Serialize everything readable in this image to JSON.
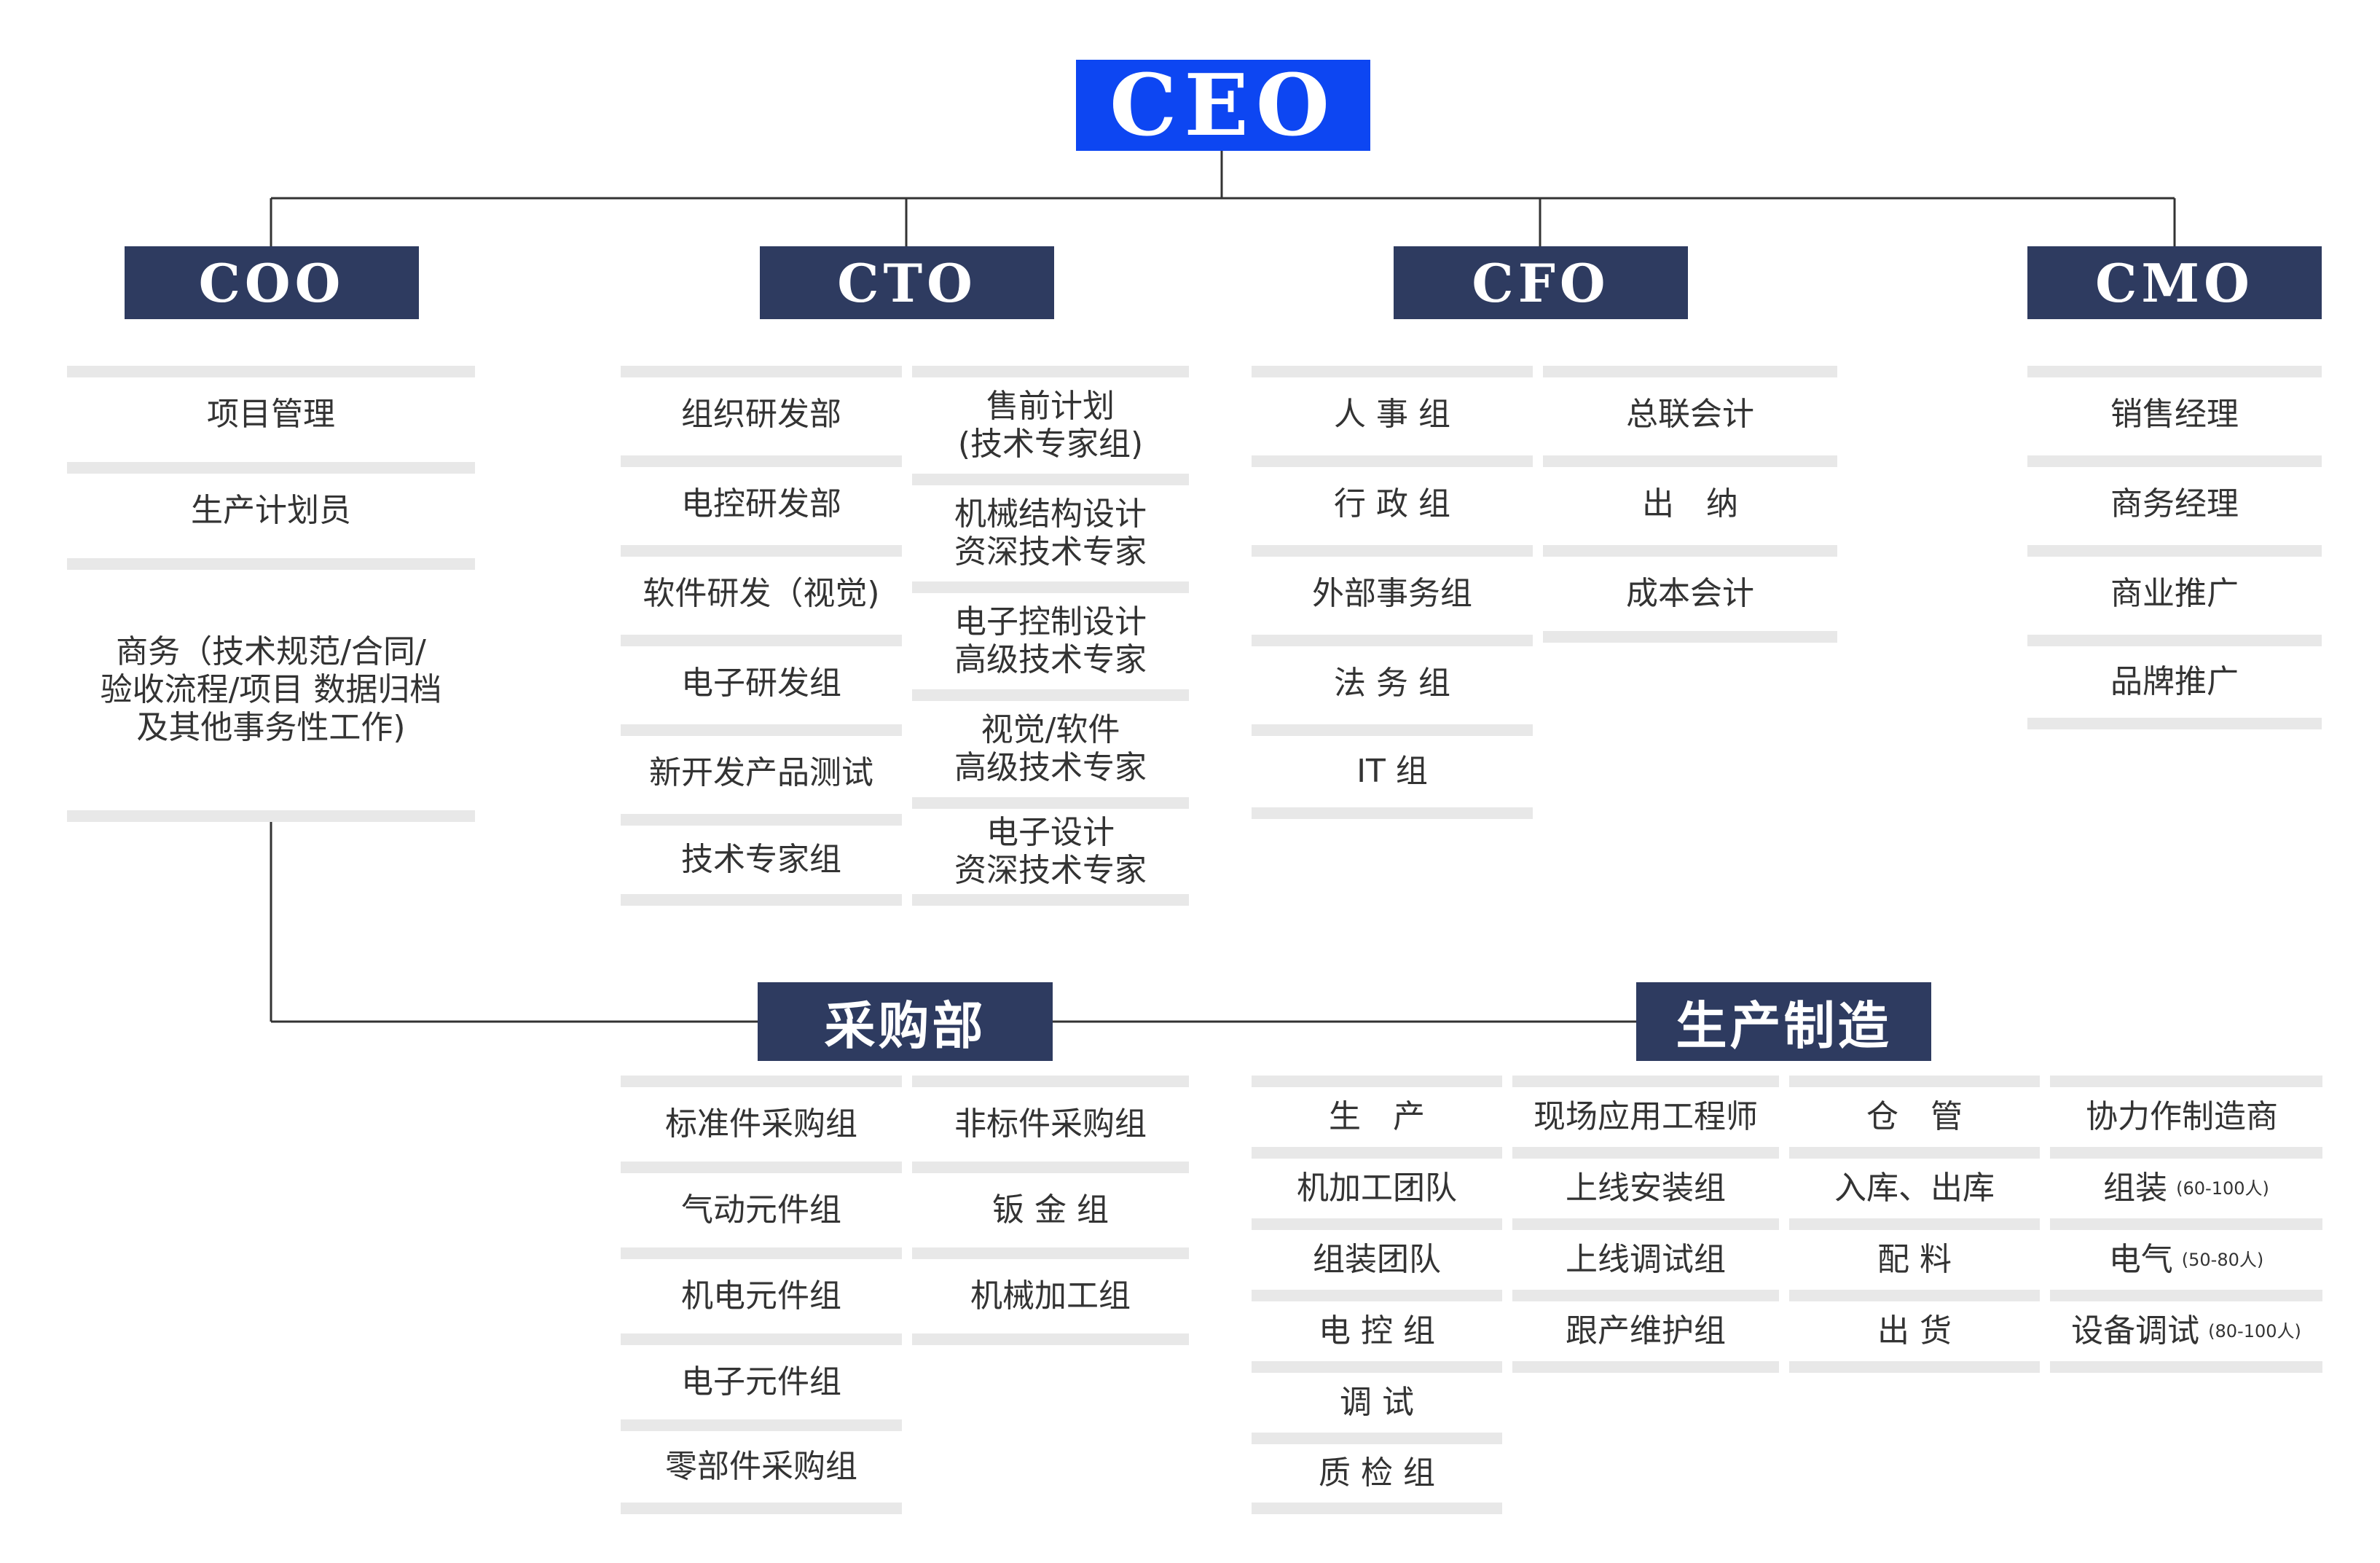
{
  "ceo": "CEO",
  "executives": {
    "coo": "COO",
    "cto": "CTO",
    "cfo": "CFO",
    "cmo": "CMO"
  },
  "coo_items": [
    "项目管理",
    "生产计划员",
    "商务（技术规范/合同/\n验收流程/项目 数据归档\n及其他事务性工作)"
  ],
  "cto_left": [
    "组织研发部",
    "电控研发部",
    "软件研发（视觉)",
    "电子研发组",
    "新开发产品测试",
    "技术专家组"
  ],
  "cto_right": [
    "售前计划\n(技术专家组)",
    "机械结构设计\n资深技术专家",
    "电子控制设计\n高级技术专家",
    "视觉/软件\n高级技术专家",
    "电子设计\n资深技术专家"
  ],
  "cfo_left": [
    "人 事 组",
    "行 政 组",
    "外部事务组",
    "法 务 组",
    "IT 组"
  ],
  "cfo_right": [
    "总联会计",
    "出　纳",
    "成本会计"
  ],
  "cmo_items": [
    "销售经理",
    "商务经理",
    "商业推广",
    "品牌推广"
  ],
  "purchasing": {
    "title": "采购部",
    "left": [
      "标准件采购组",
      "气动元件组",
      "机电元件组",
      "电子元件组",
      "零部件采购组"
    ],
    "right": [
      "非标件采购组",
      "钣 金 组",
      "机械加工组"
    ]
  },
  "production": {
    "title": "生产制造",
    "col1": [
      "生　产",
      "机加工团队",
      "组装团队",
      "电 控 组",
      "调 试",
      "质 检 组"
    ],
    "col2": [
      "现场应用工程师",
      "上线安装组",
      "上线调试组",
      "跟产维护组"
    ],
    "col3": [
      "仓　管",
      "入库、出库",
      "配 料",
      "出 货"
    ],
    "col4": [
      {
        "label": "协力作制造商",
        "note": ""
      },
      {
        "label": "组装",
        "note": "(60-100人)"
      },
      {
        "label": "电气",
        "note": "(50-80人)"
      },
      {
        "label": "设备调试",
        "note": "(80-100人)"
      }
    ]
  },
  "colors": {
    "header_navy": "#2e3b60",
    "ceo_blue": "#0d46f2",
    "cell_border": "#e8e8e8",
    "line": "#333333"
  }
}
